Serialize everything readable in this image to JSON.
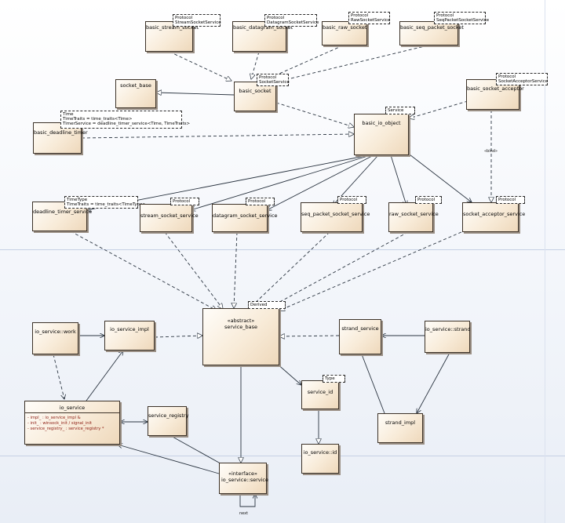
{
  "classes": {
    "basic_stream_socket": "basic_stream_socket",
    "basic_datagram_socket": "basic_datagram_socket",
    "basic_raw_socket": "basic_raw_socket",
    "basic_seq_packet_socket": "basic_seq_packet_socket",
    "socket_base": "socket_base",
    "basic_socket": "basic_socket",
    "basic_socket_acceptor": "basic_socket_acceptor",
    "basic_deadline_timer": "basic_deadline_timer",
    "basic_io_object": "basic_io_object",
    "deadline_timer_service": "deadline_timer_service",
    "stream_socket_service": "stream_socket_service",
    "datagram_socket_service": "datagram_socket_service",
    "seq_packet_socket_service": "seq_packet_socket_service",
    "raw_socket_service": "raw_socket_service",
    "socket_acceptor_service": "socket_acceptor_service",
    "service_base": "service_base",
    "service_base_stereotype": "«abstract»",
    "io_service_work": "io_service::work",
    "io_service_impl": "io_service_impl",
    "io_service": "io_service",
    "service_registry": "service_registry",
    "strand_service": "strand_service",
    "io_service_strand": "io_service::strand",
    "service_id": "service_id",
    "io_service_id": "io_service::id",
    "strand_impl": "strand_impl",
    "io_service_service": "io_service::service",
    "io_service_service_stereotype": "«interface»"
  },
  "io_service_attributes": [
    "-    impl_ : io_service_impl &",
    "-    init_ : winsock_init / signal_init",
    "-    service_registry_ : service_registry *"
  ],
  "templates": {
    "stream_socket": [
      "Protocol",
      "StreamSocketService"
    ],
    "datagram_socket": [
      "Protocol",
      "DatagramSocketService"
    ],
    "raw_socket": [
      "Protocol",
      "RawSocketService"
    ],
    "seq_packet_socket": [
      "Protocol",
      "SeqPacketSocketService"
    ],
    "basic_socket": [
      "Protocol",
      "SocketService"
    ],
    "acceptor": [
      "Protocol",
      "SocketAcceptorService"
    ],
    "deadline_timer": [
      "Time",
      "TimeTraits = time_traits<Time>",
      "TimerService = deadline_timer_service<Time, TimeTraits>"
    ],
    "io_object": [
      "Service"
    ],
    "deadline_timer_service": [
      "TimeType",
      "TimeTraits = time_traits<TimeType>"
    ],
    "stream_socket_service": [
      "Protocol"
    ],
    "datagram_socket_service": [
      "Protocol"
    ],
    "seq_packet_socket_service": [
      "Protocol"
    ],
    "raw_socket_service": [
      "Protocol"
    ],
    "socket_acceptor_service": [
      "Protocol"
    ],
    "service_base": [
      "Derived"
    ],
    "service_id": [
      "Type"
    ]
  },
  "edge_labels": {
    "bind": "«bind»",
    "next": "next"
  },
  "colors": {
    "class_fill": "#f8ebd8",
    "class_border": "#3c3228",
    "attribute_text": "#8b1a10",
    "edge": "#2a3440"
  }
}
